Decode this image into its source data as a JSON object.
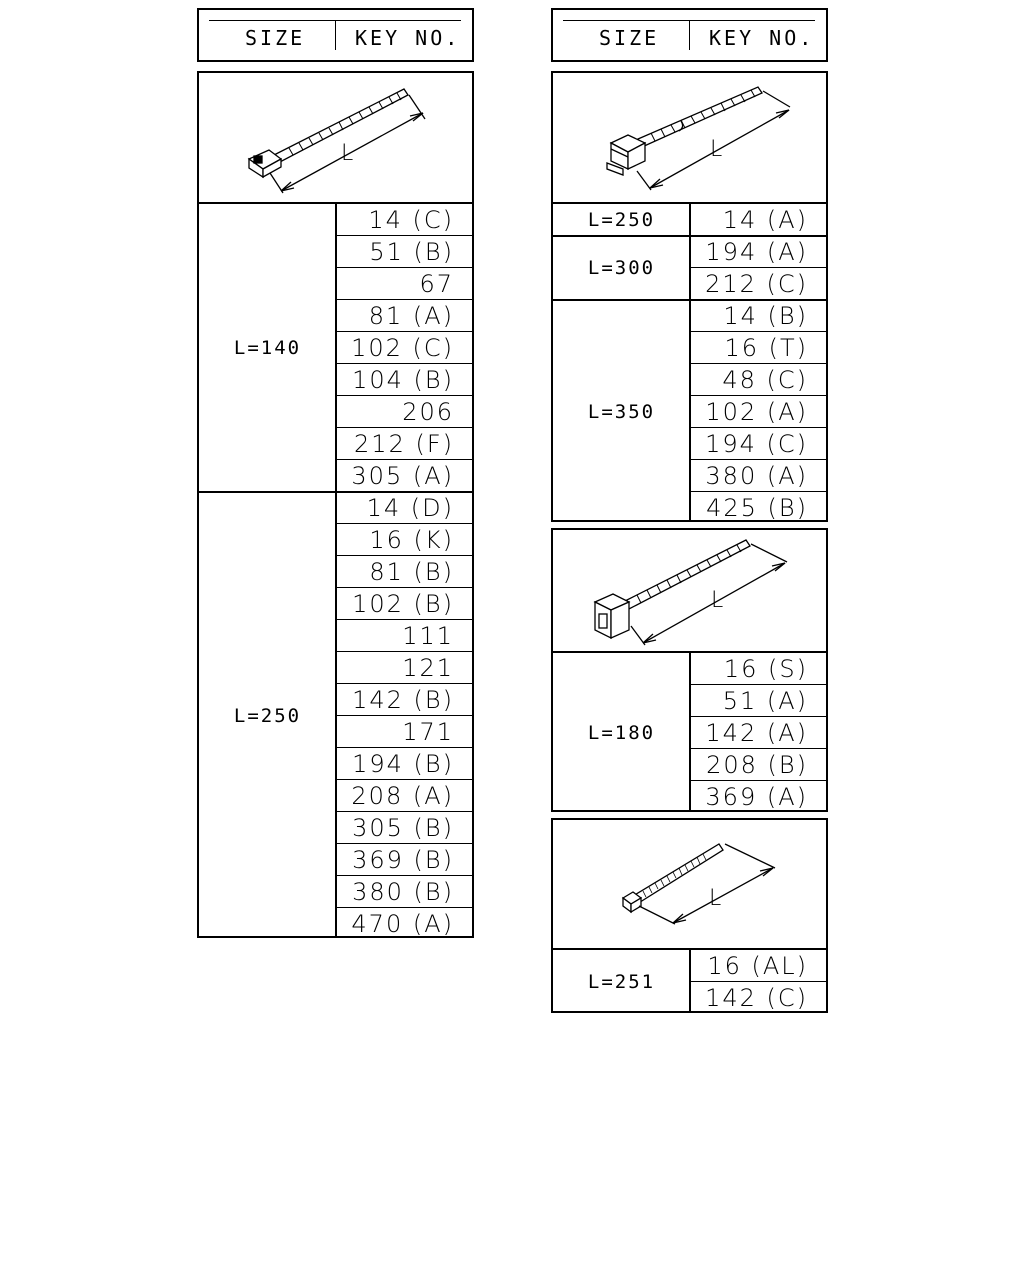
{
  "header": {
    "size_label": "SIZE",
    "key_label": "KEY NO."
  },
  "dimension_label": "L",
  "left": {
    "groups": [
      {
        "size": "L=140",
        "keys": [
          "14 (C)",
          "51 (B)",
          "67",
          "81 (A)",
          "102 (C)",
          "104 (B)",
          "206",
          "212 (F)",
          "305 (A)"
        ]
      },
      {
        "size": "L=250",
        "keys": [
          "14 (D)",
          "16 (K)",
          "81 (B)",
          "102 (B)",
          "111",
          "121",
          "142 (B)",
          "171",
          "194 (B)",
          "208 (A)",
          "305 (B)",
          "369 (B)",
          "380 (B)",
          "470 (A)"
        ]
      }
    ]
  },
  "right_a": {
    "groups": [
      {
        "size": "L=250",
        "keys": [
          "14 (A)"
        ]
      },
      {
        "size": "L=300",
        "keys": [
          "194 (A)",
          "212 (C)"
        ]
      },
      {
        "size": "L=350",
        "keys": [
          "14 (B)",
          "16 (T)",
          "48 (C)",
          "102 (A)",
          "194 (C)",
          "380 (A)",
          "425 (B)"
        ]
      }
    ]
  },
  "right_b": {
    "groups": [
      {
        "size": "L=180",
        "keys": [
          "16 (S)",
          "51 (A)",
          "142 (A)",
          "208 (B)",
          "369 (A)"
        ]
      }
    ]
  },
  "right_c": {
    "groups": [
      {
        "size": "L=251",
        "keys": [
          "16 (AL)",
          "142 (C)"
        ]
      }
    ]
  }
}
